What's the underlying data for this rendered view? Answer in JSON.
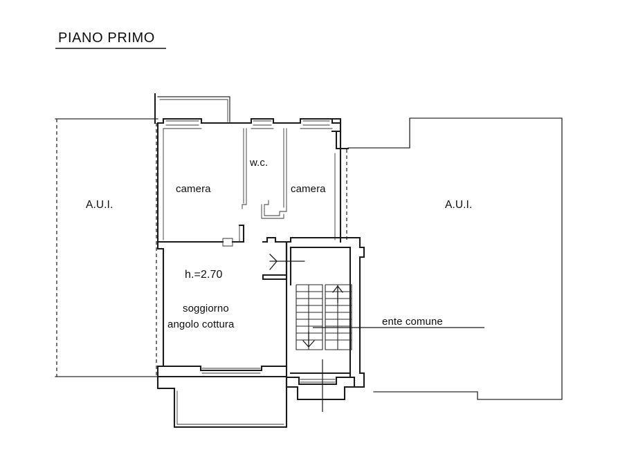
{
  "document": {
    "title": "PIANO PRIMO",
    "type": "architectural-floor-plan",
    "language": "it",
    "background_color": "#ffffff",
    "line_color": "#1a1a1a"
  },
  "labels": {
    "title": "PIANO PRIMO",
    "aui_left": "A.U.I.",
    "aui_right": "A.U.I.",
    "camera_left": "camera",
    "camera_right": "camera",
    "wc": "w.c.",
    "height_note": "h.=2.70",
    "soggiorno": "soggiorno",
    "angolo_cottura": "angolo cottura",
    "ente_comune": "ente comune"
  },
  "rooms": [
    {
      "name": "A.U.I.",
      "position": "left",
      "boundary": "dashed",
      "note": "altra unita immobiliare"
    },
    {
      "name": "camera",
      "position": "upper-left",
      "boundary": "solid"
    },
    {
      "name": "w.c.",
      "position": "upper-center",
      "boundary": "solid"
    },
    {
      "name": "camera",
      "position": "upper-right",
      "boundary": "solid"
    },
    {
      "name": "soggiorno angolo cottura",
      "position": "lower-left",
      "boundary": "solid",
      "height": "2.70"
    },
    {
      "name": "ente comune",
      "position": "center-right",
      "boundary": "solid",
      "note": "vano scala condominiale"
    },
    {
      "name": "A.U.I.",
      "position": "right",
      "boundary": "solid",
      "note": "altra unita immobiliare"
    }
  ],
  "annotations": {
    "ceiling_height_m": "2.70",
    "stair_flights": 2,
    "stair_treads_per_flight": 9,
    "stair_direction_up": "up-arrow",
    "stair_direction_down": "down-arrow",
    "entry_door": "swing-door-arrow"
  },
  "icons": {
    "up_arrow": "stair-up-arrow",
    "down_arrow": "stair-down-arrow",
    "door_swing": "door-swing-arrow",
    "section_marker": "section-cut-line"
  }
}
